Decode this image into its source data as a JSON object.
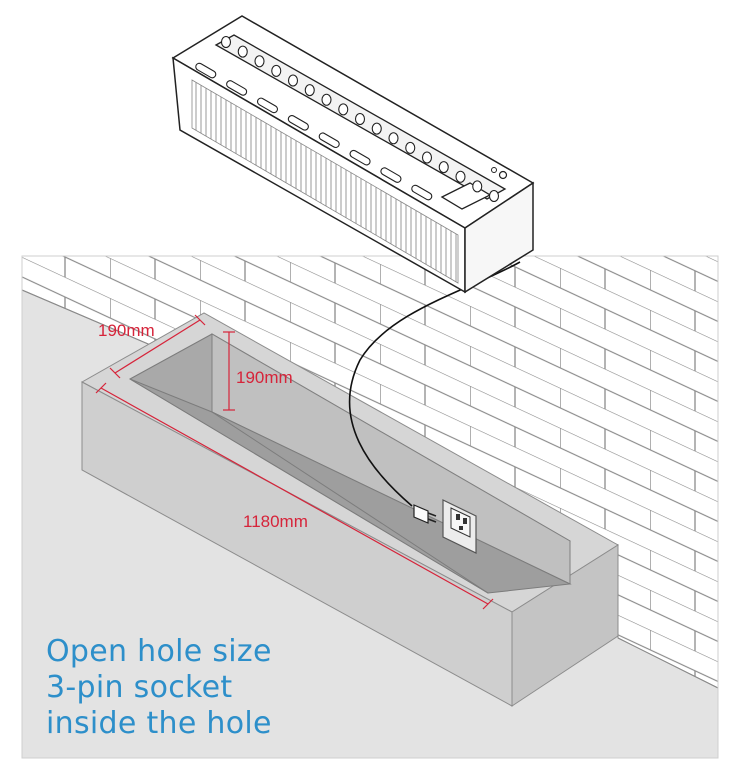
{
  "dimensions": {
    "width": "190mm",
    "depth": "190mm",
    "length": "1180mm"
  },
  "caption": {
    "line1": "Open hole size",
    "line2": "3-pin socket",
    "line3": "inside the hole"
  },
  "colors": {
    "dimension_text": "#d6243a",
    "caption_text": "#2d8fca",
    "background_panel": "#e3e3e3",
    "wall_lines": "#7a7a7a"
  }
}
